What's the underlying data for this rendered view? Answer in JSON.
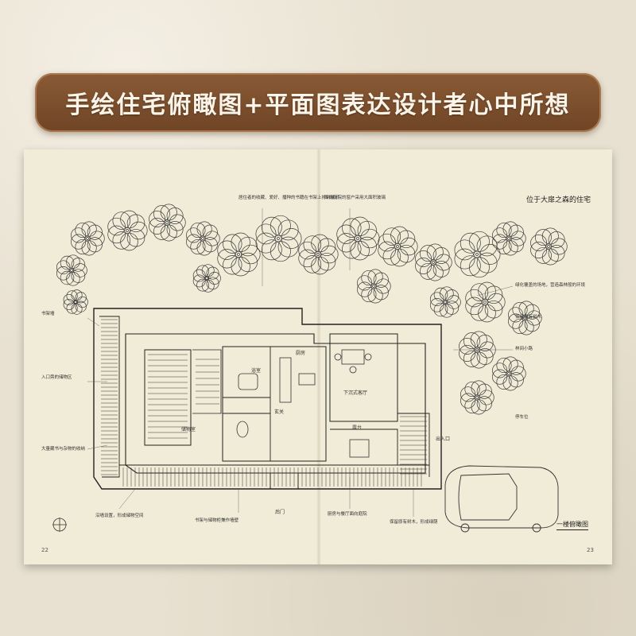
{
  "banner": {
    "title": "手绘住宅俯瞰图+平面图表达设计者心中所想"
  },
  "page": {
    "title": "位于大扉之森的住宅",
    "figure_label": "一楼俯瞰图",
    "page_left": "22",
    "page_right": "23"
  },
  "rooms": {
    "living": "下沉式客厅",
    "entrance": "玄关",
    "bath": "浴室",
    "storage": "储物室",
    "kitchen": "厨房",
    "back_door": "后门",
    "garden_door": "出入口",
    "porch": "露台"
  },
  "annotations": {
    "note_top_left": "居住者的收藏、爱好、播种的书籍在书架上排列展示",
    "note_top_middle": "面向庭院的窗户采用大面积玻璃",
    "note_left_1": "书架墙",
    "note_left_2": "入口旁的储物区",
    "note_left_3": "大量藏书与杂物的收纳",
    "note_bottom_1": "沿墙设置，形成储物空间",
    "note_bottom_2": "书架与储物柜兼作墙壁",
    "note_bottom_3": "厨房与餐厅面向庭院",
    "note_bottom_4": "保留原有树木，形成绿荫",
    "note_right_1": "绿化覆盖的场地，营造森林般的环境",
    "note_right_2": "保留原有树木",
    "note_right_3": "林间小路",
    "note_right_4": "停车位"
  },
  "colors": {
    "banner": "#7a4d2c",
    "paper": "#f1ecd8",
    "ink": "#222222"
  }
}
